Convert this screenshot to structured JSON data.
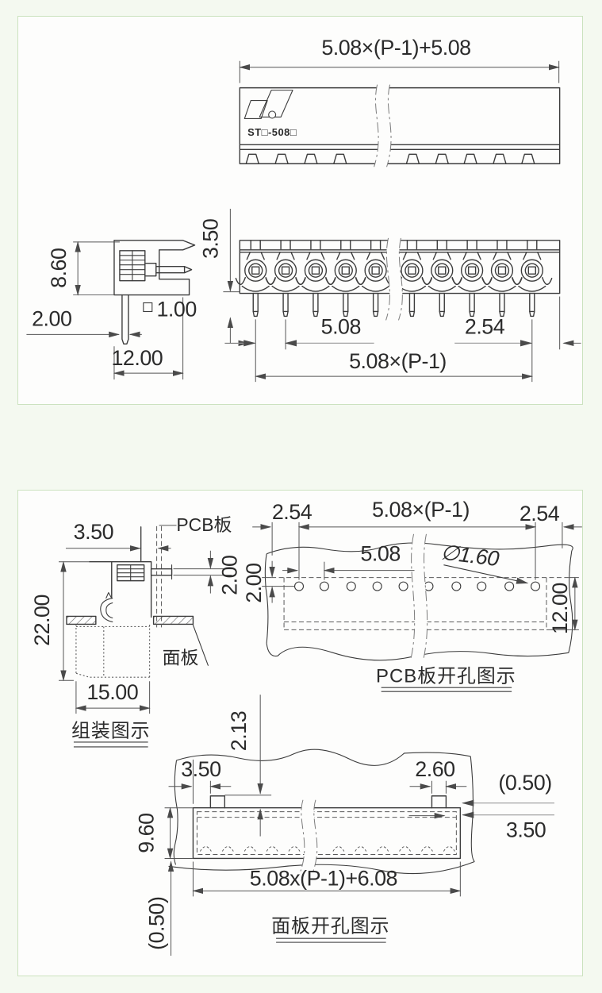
{
  "colors": {
    "page_bg": "#f4f9f0",
    "panel_bg": "#fdfdfc",
    "panel_border": "#cbe2bf",
    "line": "#3c3c3c",
    "dim": "#555555"
  },
  "top_panel": {
    "model_label": "ST□-508□",
    "dims": {
      "overall_width": "5.08×(P-1)+5.08",
      "front_height": "3.50",
      "side_height": "8.60",
      "pin_offset": "2.00",
      "pin_square": "1.00",
      "side_width": "12.00",
      "pitch": "5.08",
      "half_pitch": "2.54",
      "pin_span": "5.08×(P-1)"
    }
  },
  "bottom_panel": {
    "assembly": {
      "pcb_offset": "3.50",
      "pcb_label": "PCB板",
      "pcb_thickness": "2.00",
      "overall_height": "22.00",
      "panel_label": "面板",
      "body_width": "15.00",
      "caption": "组装图示"
    },
    "pcb_drill": {
      "edge_margin_left": "2.54",
      "hole_span": "5.08×(P-1)",
      "edge_margin_right": "2.54",
      "hole_pitch": "5.08",
      "hole_diameter": "∅1.60",
      "row_offset": "2.00",
      "slot_depth": "12.00",
      "caption": "PCB板开孔图示"
    },
    "panel_cutout": {
      "tab_depth": "2.13",
      "tab_offset": "3.50",
      "tab_width": "2.60",
      "top_clearance": "(0.50)",
      "cutout_height": "9.60",
      "edge_offset": "3.50",
      "cutout_width": "5.08x(P-1)+6.08",
      "bottom_clearance": "(0.50)",
      "caption": "面板开孔图示"
    }
  }
}
